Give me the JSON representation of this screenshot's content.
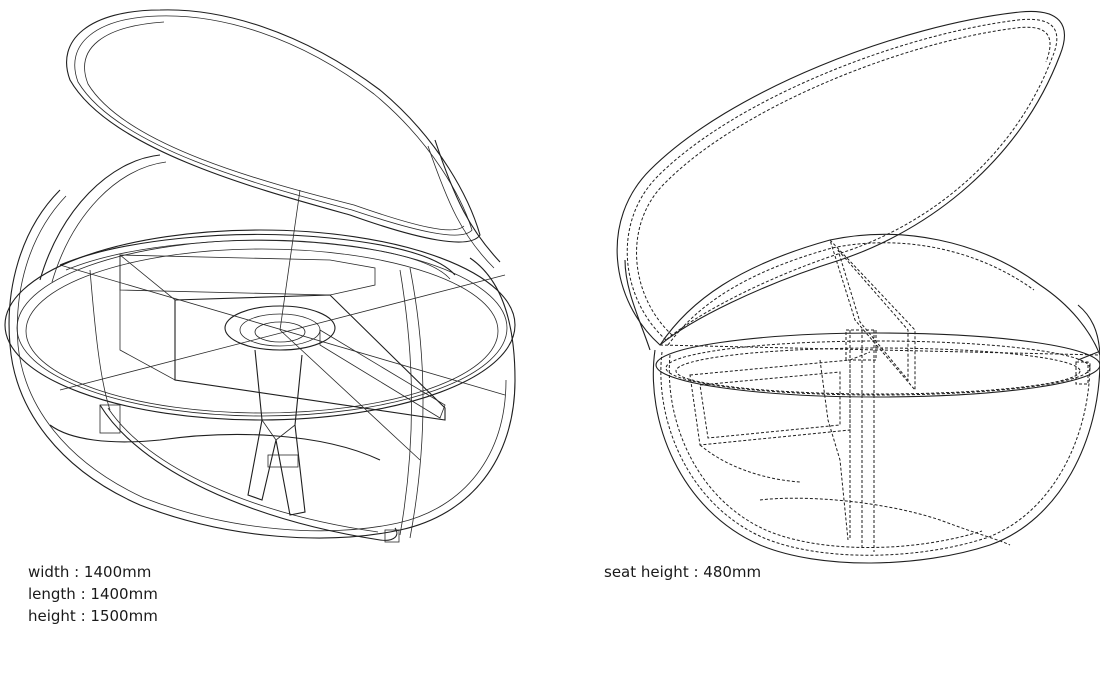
{
  "left_specs": {
    "width": "width : 1400mm",
    "length": "length : 1400mm",
    "height": "height : 1500mm"
  },
  "right_specs": {
    "seat_height": "seat height : 480mm"
  }
}
